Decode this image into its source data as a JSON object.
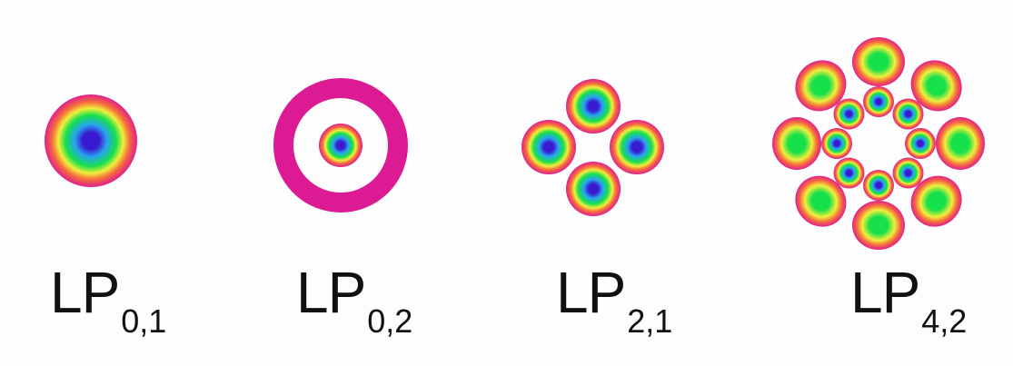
{
  "modes": [
    {
      "base": "LP",
      "subscript": "0,1",
      "pattern": "single-spot"
    },
    {
      "base": "LP",
      "subscript": "0,2",
      "pattern": "spot-with-ring"
    },
    {
      "base": "LP",
      "subscript": "2,1",
      "pattern": "four-lobes"
    },
    {
      "base": "LP",
      "subscript": "4,2",
      "pattern": "eight-inner-eight-outer-lobes"
    }
  ],
  "colors": {
    "background": "#fdfdfd",
    "core": "#3a1ad0",
    "mid1": "#27a5f0",
    "mid2": "#16e04a",
    "mid3": "#f0ef3c",
    "edge1": "#f56a3c",
    "edge2": "#e0208f",
    "ring": "#dc1a93",
    "label": "#111111"
  }
}
